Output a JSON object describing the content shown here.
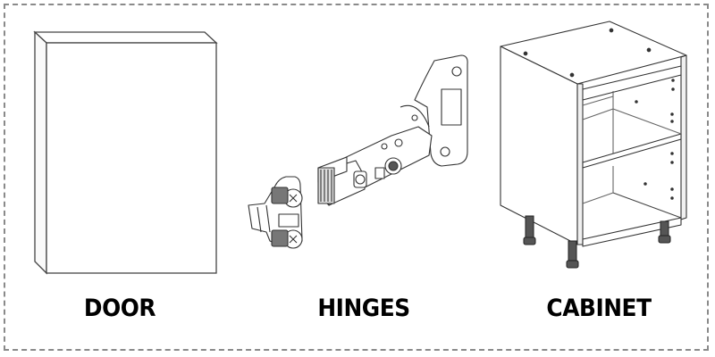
{
  "diagram": {
    "items": [
      {
        "id": "door",
        "label": "DOOR"
      },
      {
        "id": "hinges",
        "label": "HINGES"
      },
      {
        "id": "cabinet",
        "label": "CABINET"
      }
    ],
    "border_style": "dashed",
    "border_color": "#8a8a8a",
    "line_color": "#333333",
    "leg_color": "#555555"
  }
}
